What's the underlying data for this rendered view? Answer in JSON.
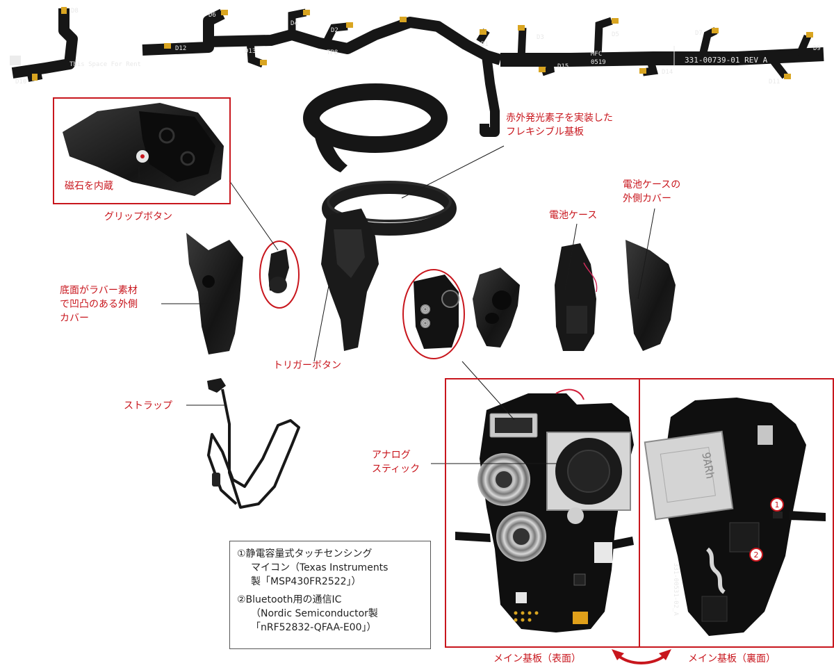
{
  "colors": {
    "accent": "#c8161d",
    "part": "#1b1b1b",
    "pcb": "#0f0f0f",
    "gold": "#d9a521"
  },
  "flex": {
    "text_space": "This Space For Rent",
    "text_part": "331-00739-01  REV A",
    "text_mfc": "MFC",
    "text_date": "0519",
    "pads": [
      "D8",
      "D10",
      "D12",
      "D6",
      "D13",
      "D4",
      "TP8",
      "D2",
      "D1",
      "D3",
      "D15",
      "D5",
      "D14",
      "D7",
      "D11",
      "D9"
    ]
  },
  "labels": {
    "magnet": "磁石を内蔵",
    "grip": "グリップボタン",
    "flex_l1": "赤外発光素子を実装した",
    "flex_l2": "フレキシブル基板",
    "battery_case": "電池ケース",
    "battery_cover_l1": "電池ケースの",
    "battery_cover_l2": "外側カバー",
    "outer_l1": "底面がラバー素材",
    "outer_l2": "で凹凸のある外側",
    "outer_l3": "カバー",
    "trigger": "トリガーボタン",
    "strap": "ストラップ",
    "stick_l1": "アナログ",
    "stick_l2": "スティック",
    "main_front": "メイン基板（表面）",
    "main_back": "メイン基板（裏面）"
  },
  "note": {
    "l1": "①静電容量式タッチセンシング",
    "l2": "マイコン（Texas Instruments",
    "l3": "製「MSP430FR2522」）",
    "l4": "②Bluetooth用の通信IC",
    "l5": "（Nordic Semiconductor製",
    "l6": "「nRF52832-QFAA-E00」）"
  },
  "markers": {
    "m1": "1",
    "m2": "2"
  },
  "pcb_back": {
    "part": "331-00531-02_A",
    "battery": "9ARh"
  }
}
